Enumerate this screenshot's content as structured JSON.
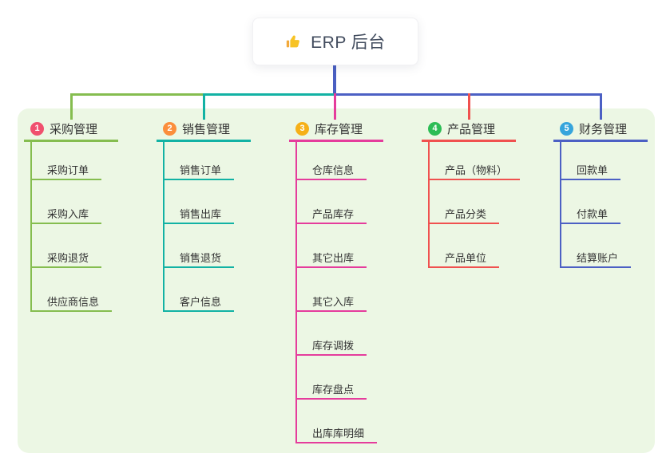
{
  "root": {
    "label": "ERP 后台",
    "icon": "thumbs-up-icon"
  },
  "colors": {
    "stem": "#4a5fc2",
    "panel_bg": "#ecf7e4",
    "canvas_bg": "#ffffff"
  },
  "branches": [
    {
      "num": "1",
      "label": "采购管理",
      "badge_color": "#f0506e",
      "line_color": "#85bd4f",
      "children": [
        "采购订单",
        "采购入库",
        "采购退货",
        "供应商信息"
      ]
    },
    {
      "num": "2",
      "label": "销售管理",
      "badge_color": "#fb8e3c",
      "line_color": "#12b2a4",
      "children": [
        "销售订单",
        "销售出库",
        "销售退货",
        "客户信息"
      ]
    },
    {
      "num": "3",
      "label": "库存管理",
      "badge_color": "#f6b017",
      "line_color": "#e53c9c",
      "children": [
        "仓库信息",
        "产品库存",
        "其它出库",
        "其它入库",
        "库存调拨",
        "库存盘点",
        "出库库明细"
      ]
    },
    {
      "num": "4",
      "label": "产品管理",
      "badge_color": "#2cbd55",
      "line_color": "#f0514f",
      "children": [
        "产品（物料）",
        "产品分类",
        "产品单位"
      ]
    },
    {
      "num": "5",
      "label": "财务管理",
      "badge_color": "#36a5dc",
      "line_color": "#4c60c4",
      "children": [
        "回款单",
        "付款单",
        "结算账户"
      ]
    }
  ]
}
